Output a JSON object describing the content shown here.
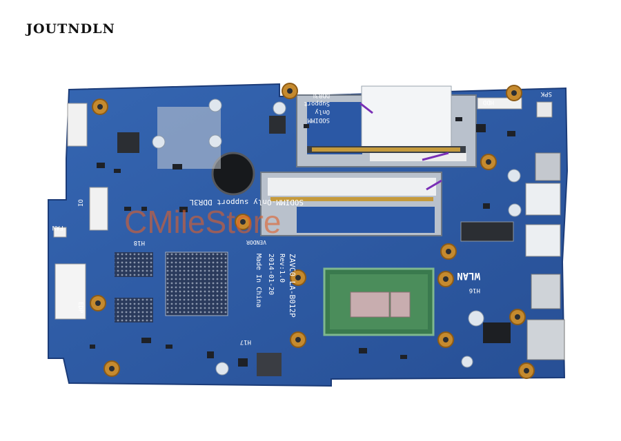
{
  "brand": "JOUTNDLN",
  "watermark": "CMileStore",
  "board": {
    "model": "ZAVC0 LA-B012P",
    "rev": "Rev:1.0",
    "date": "2014-01-20",
    "made_in": "Made In China",
    "vendor": "VENDOR",
    "sodimm_note": "SODIMM-Only support DDR3L",
    "sodimm_note_top_1": "SODIMM",
    "sodimm_note_top_2": "Only",
    "sodimm_note_top_3": "Support",
    "sodimm_note_top_4": "DDR3L",
    "labels": {
      "spk": "SPK",
      "hdd": "HDD",
      "io": "IO",
      "fan": "FAN",
      "edp": "EDP",
      "wlan": "WLAN",
      "h16": "H16",
      "h17": "H17",
      "h18": "H18"
    }
  },
  "colors": {
    "pcb": "#2f5fa8",
    "pcb_dark": "#1f4488",
    "slot": "#c9cdd1",
    "gold": "#c58a2e",
    "chip": "#2b2e33",
    "watermark": "#e0602a"
  }
}
